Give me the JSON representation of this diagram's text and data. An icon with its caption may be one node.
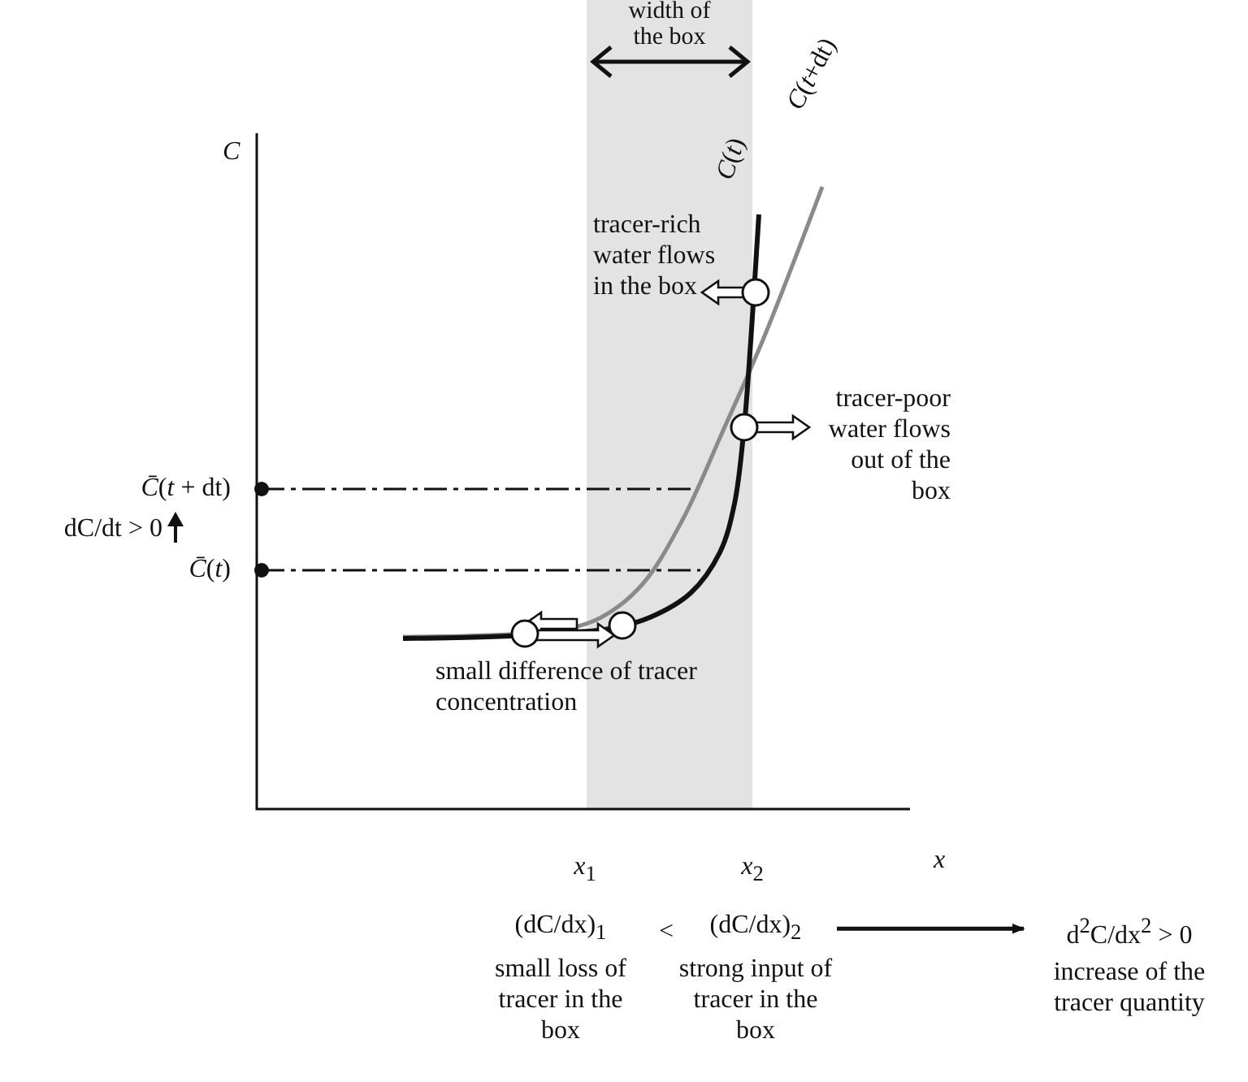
{
  "diagram": {
    "nodes": [
      {
        "text": [
          "(dC/dx)$_{1}$",
          "small loss of tracer in the box"
        ]
      },
      {
        "text": [
          "(dC/dx)$_{2}$",
          "strong input of tracer in the box"
        ]
      },
      {
        "text": [
          "d$^{2}$C/dx$^{2}$ > 0",
          "increase of the tracer quantity"
        ]
      }
    ],
    "edges": [
      {
        "from": 1,
        "to": 2,
        "arrow": "to"
      }
    ],
    "labels": [
      "width of the box",
      "C",
      "*C*(*t*)",
      "*C*(*t*+dt)",
      "tracer-rich water flows in the box",
      "*C̄*(*t* + dt)",
      "tracer-poor water flows out of the box",
      "dC/dt > 0",
      "*C̄*(*t*)",
      "small difference of tracer concentration",
      "*x*$_{1}$",
      "*x*$_{2}$",
      "x",
      "<"
    ]
  }
}
